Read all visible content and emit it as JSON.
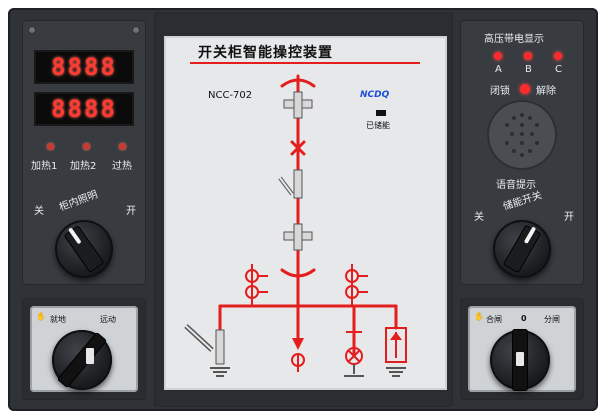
{
  "left_panel": {
    "meter_top": "8888",
    "meter_bottom": "8888",
    "heater_labels": [
      "加热1",
      "加热2",
      "过热"
    ],
    "knob_title": "柜内照明",
    "knob_left": "关",
    "knob_right": "开",
    "switch_left": "就地",
    "switch_right": "远动"
  },
  "center_panel": {
    "title": "开关柜智能操控装置",
    "model": "NCC-702",
    "brand": "NCDQ",
    "stored_energy": "已储能"
  },
  "right_panel": {
    "hv_title": "高压带电显示",
    "phase_labels": [
      "A",
      "B",
      "C"
    ],
    "lock_label": "闭锁",
    "unlock_label": "解除",
    "voice_label": "语音提示",
    "knob_title": "储能开关",
    "knob_left": "关",
    "knob_right": "开",
    "switch_left": "合闸",
    "switch_mid": "0",
    "switch_right": "分闸"
  },
  "colors": {
    "body": "#2f3236",
    "panel": "#383b40",
    "led_red": "#ff2a2a",
    "diagram_red": "#e41d1d",
    "brand_blue": "#1f4fd6",
    "brand_red": "#d7262b"
  }
}
